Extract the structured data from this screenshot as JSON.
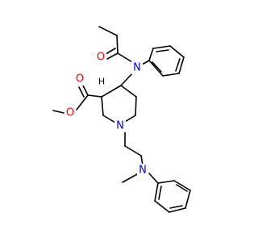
{
  "structure": {
    "atoms": {
      "carbonyl_oxygen": {
        "symbol": "O",
        "color": "#ff0000"
      },
      "amide_nitrogen": {
        "symbol": "N",
        "color": "#0000ff"
      },
      "ester_oxygen_double": {
        "symbol": "O",
        "color": "#ff0000"
      },
      "ester_oxygen_single": {
        "symbol": "O",
        "color": "#ff0000"
      },
      "stereo_hydrogen": {
        "symbol": "H",
        "color": "#000000"
      },
      "piperidine_nitrogen": {
        "symbol": "N",
        "color": "#0000ff"
      },
      "aniline_nitrogen": {
        "symbol": "N",
        "color": "#0000ff"
      }
    },
    "bond_color": "#000000"
  }
}
